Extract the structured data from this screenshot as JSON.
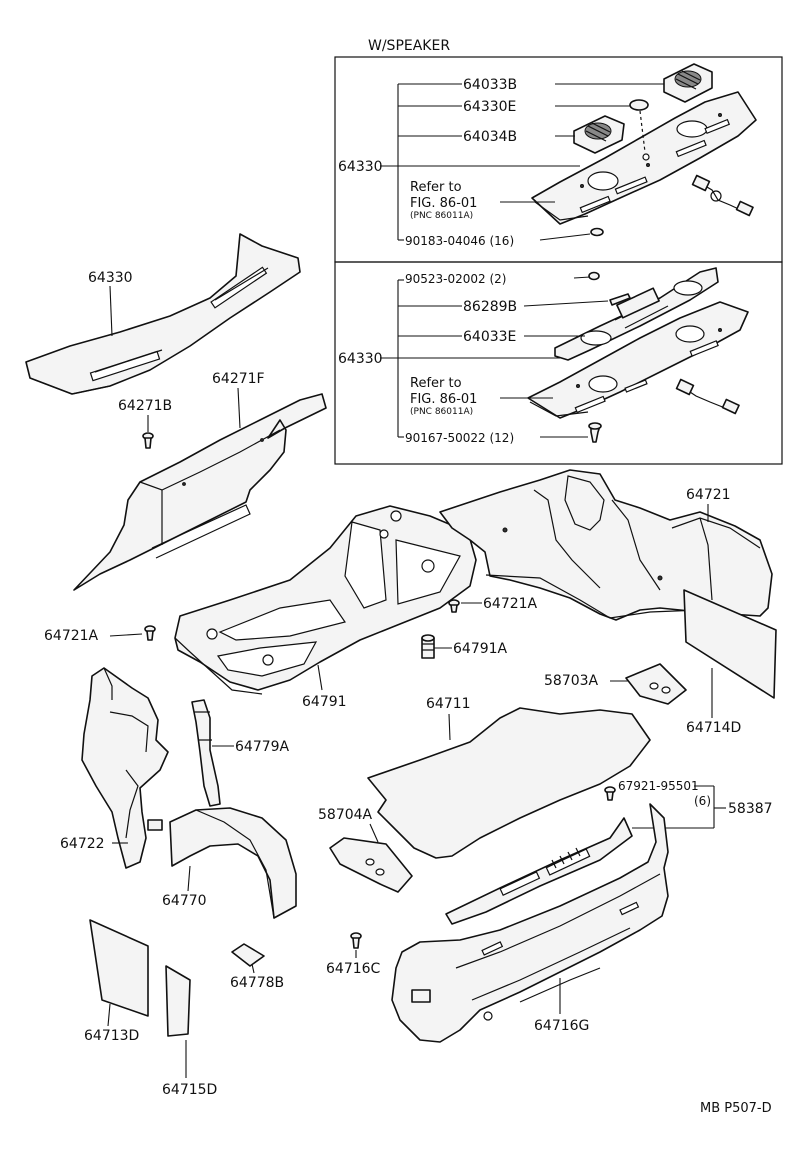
{
  "header": {
    "variant_title": "W/SPEAKER"
  },
  "footer": {
    "diagram_code": "MB P507-D"
  },
  "labels": {
    "p64033B": "64033B",
    "p64330E": "64330E",
    "p64034B": "64034B",
    "p64330_a": "64330",
    "refer_a_1": "Refer to",
    "refer_a_2": "FIG. 86-01",
    "refer_a_3": "(PNC 86011A)",
    "p90183": "90183-04046 (16)",
    "p90523": "90523-02002 (2)",
    "p86289B": "86289B",
    "p64033E": "64033E",
    "p64330_b": "64330",
    "refer_b_1": "Refer to",
    "refer_b_2": "FIG. 86-01",
    "refer_b_3": "(PNC 86011A)",
    "p90167": "90167-50022 (12)",
    "p64330_c": "64330",
    "p64271F": "64271F",
    "p64271B": "64271B",
    "p64721_r": "64721",
    "p64721A_c": "64721A",
    "p64721A_l": "64721A",
    "p64791A": "64791A",
    "p64791": "64791",
    "p58703A": "58703A",
    "p64714D": "64714D",
    "p64711": "64711",
    "p64779A": "64779A",
    "p67921": "67921-95501",
    "p67921_qty": "(6)",
    "p58387": "58387",
    "p58704A": "58704A",
    "p64722": "64722",
    "p64770": "64770",
    "p64716C": "64716C",
    "p64716G": "64716G",
    "p64778B": "64778B",
    "p64713D": "64713D",
    "p64715D": "64715D"
  }
}
